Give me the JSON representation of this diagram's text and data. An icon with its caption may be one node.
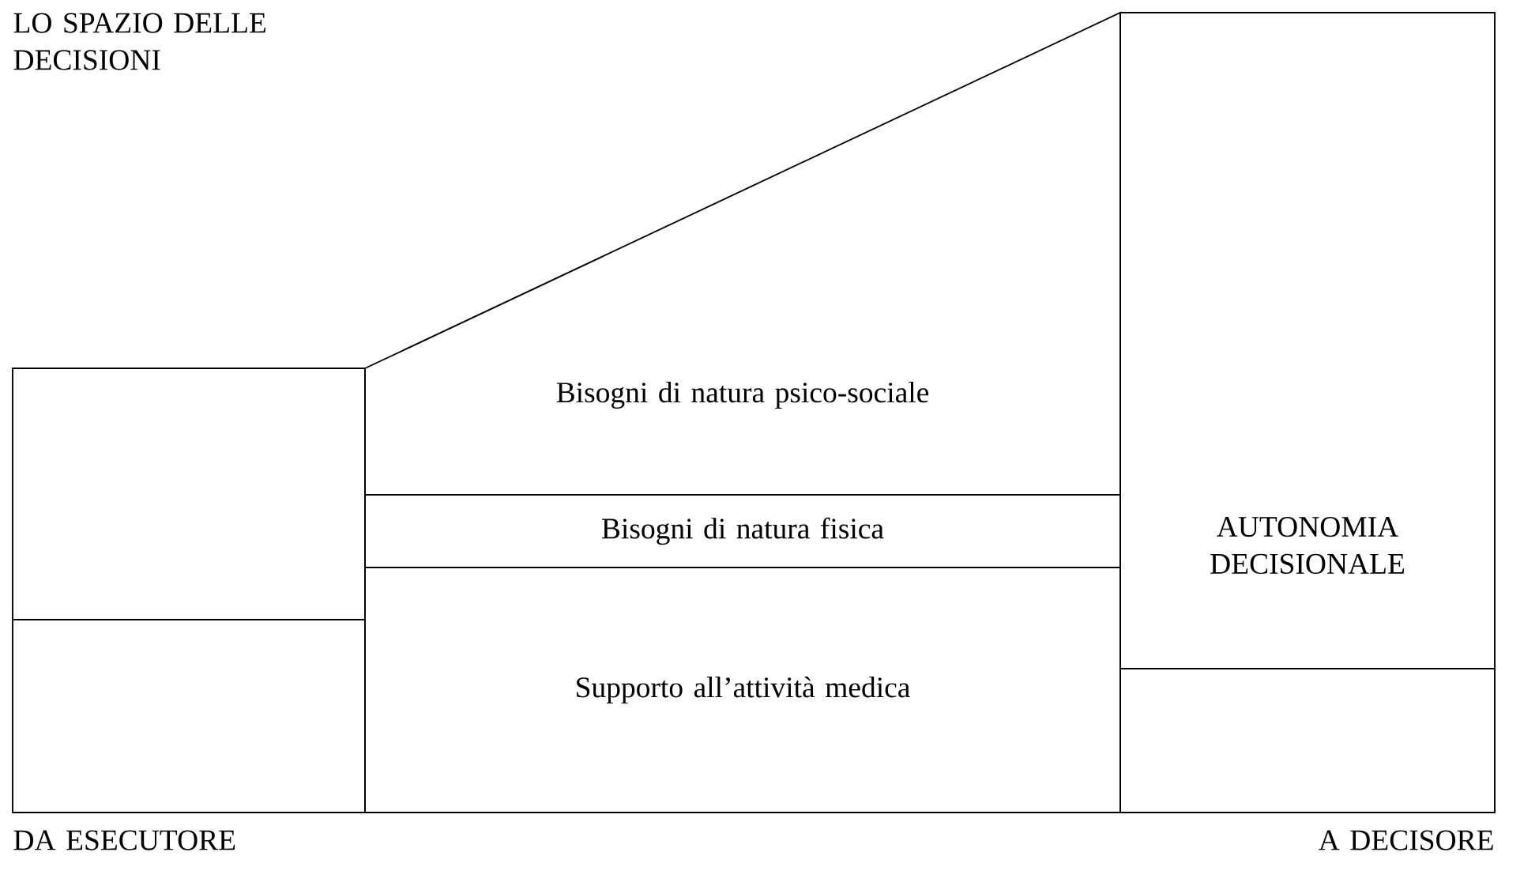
{
  "diagram": {
    "nodes": [
      {
        "text": [],
        "shape": "box"
      },
      {
        "text": [],
        "shape": "box"
      },
      {
        "text": [
          "Bisogni di natura psico-sociale"
        ]
      },
      {
        "text": [
          "Bisogni di natura fisica"
        ]
      },
      {
        "text": [
          "Supporto all’attività medica"
        ]
      },
      {
        "text": [
          "AUTONOMIA DECISIONALE"
        ]
      },
      {
        "text": [],
        "shape": "box"
      }
    ],
    "labels": [
      "LO SPAZIO DELLE DECISIONI",
      "DA ESECUTORE",
      "A DECISORE"
    ]
  }
}
